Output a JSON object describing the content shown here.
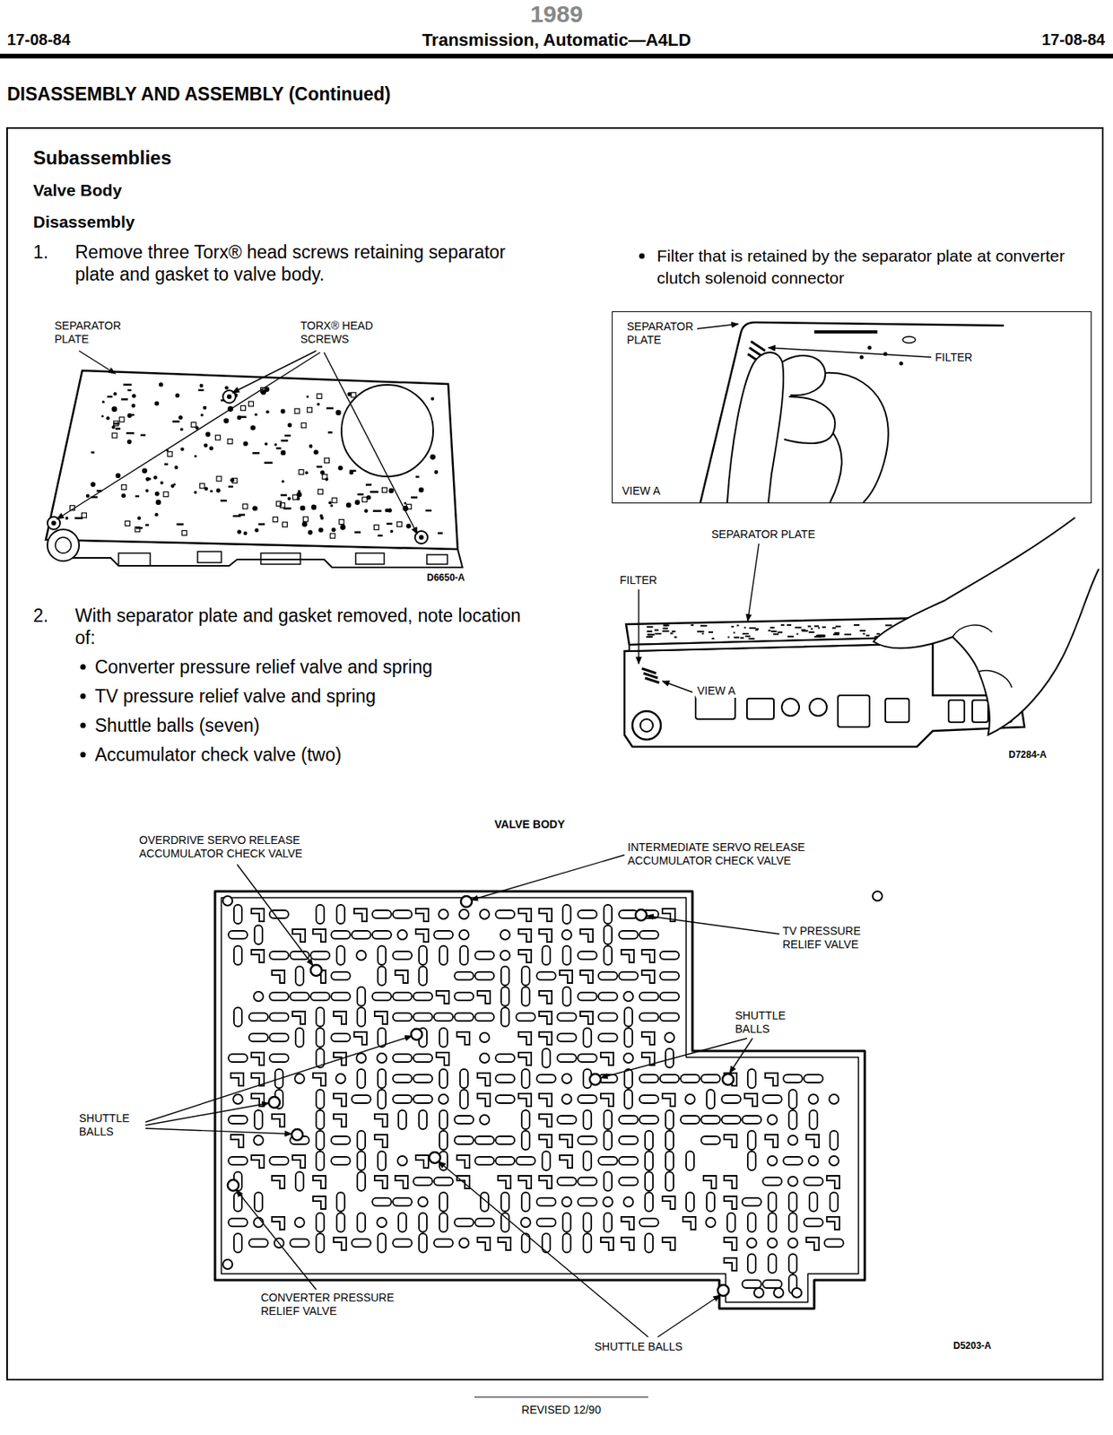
{
  "diagram": {
    "title": "Transmission, Automatic—A4LD",
    "nodes": [
      {
        "text": [
          "SEPARATOR PLATE",
          "FILTER",
          "VIEW A"
        ]
      }
    ],
    "labels": [
      "1989",
      "17-08-84",
      "17-08-84",
      "DISASSEMBLY AND ASSEMBLY (Continued)",
      "Subassemblies",
      "Valve Body",
      "Disassembly",
      "1.",
      "Remove three Torx® head screws retaining separator plate and gasket to valve body.",
      "SEPARATOR PLATE",
      "TORX® HEAD SCREWS",
      "D6650-A",
      "2.",
      "With separator plate and gasket removed, note location of:",
      "Converter pressure relief valve and spring",
      "TV pressure relief valve and spring",
      "Shuttle balls (seven)",
      "Accumulator check valve (two)",
      "Filter that is retained by the separator plate at converter clutch solenoid connector",
      "SEPARATOR PLATE",
      "FILTER",
      "VIEW A",
      "D7284-A",
      "VALVE BODY",
      "OVERDRIVE SERVO RELEASE ACCUMULATOR CHECK VALVE",
      "INTERMEDIATE SERVO RELEASE ACCUMULATOR CHECK VALVE",
      "TV PRESSURE RELIEF VALVE",
      "SHUTTLE BALLS",
      "SHUTTLE BALLS",
      "CONVERTER PRESSURE RELIEF VALVE",
      "SHUTTLE BALLS",
      "D5203-A",
      "REVISED 12/90"
    ]
  }
}
